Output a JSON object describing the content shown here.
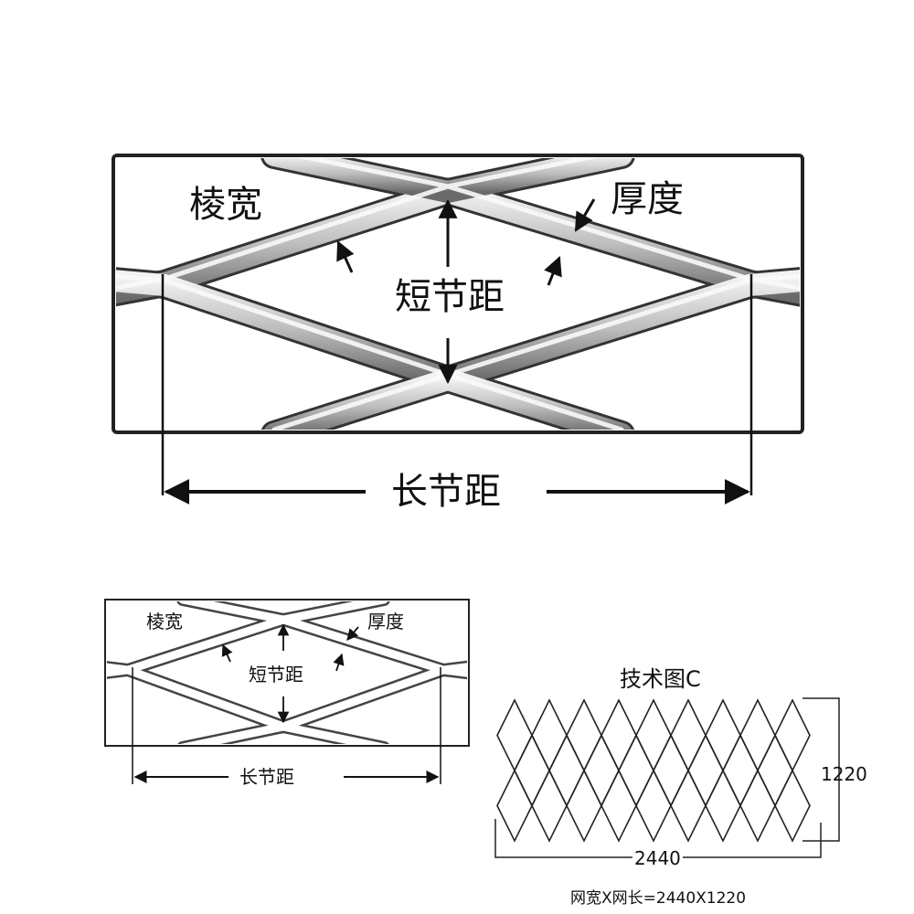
{
  "large_diagram": {
    "strand_width_label": "棱宽",
    "thickness_label": "厚度",
    "short_pitch_label": "短节距",
    "long_pitch_label": "长节距"
  },
  "small_diagram": {
    "strand_width_label": "棱宽",
    "thickness_label": "厚度",
    "short_pitch_label": "短节距",
    "long_pitch_label": "长节距"
  },
  "tech_drawing": {
    "title": "技术图C",
    "height_label": "1220",
    "width_label": "2440",
    "footer": "网宽X网长=2440X1220"
  },
  "colors": {
    "line": "#222222",
    "metal": "#d8d8d8",
    "metal_dark": "#555555"
  }
}
